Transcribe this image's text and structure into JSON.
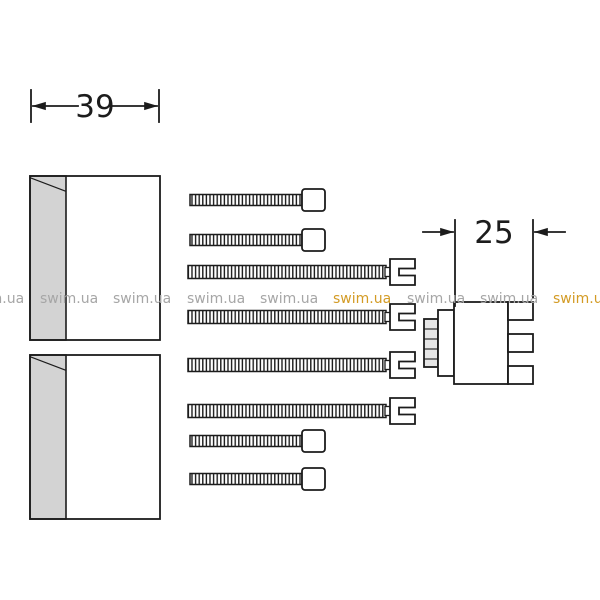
{
  "colors": {
    "line": "#1c1c1c",
    "block_fill": "#d3d3d3",
    "part_shade": "#e6e6e6",
    "watermark_gray": "#a6a6a6",
    "watermark_accent": "#d39b25"
  },
  "dimensions": {
    "block_width_label": "39",
    "sleeve_length_label": "25"
  },
  "watermark": {
    "text": "swim.ua",
    "items": [
      {
        "text": "swim.ua",
        "color": "#a6a6a6"
      },
      {
        "text": "swim.ua",
        "color": "#a6a6a6"
      },
      {
        "text": "swim.ua",
        "color": "#a6a6a6"
      },
      {
        "text": "swim.ua",
        "color": "#a6a6a6"
      },
      {
        "text": "swim.ua",
        "color": "#a6a6a6"
      },
      {
        "text": "swim.ua",
        "color": "#d39b25"
      },
      {
        "text": "swim.ua",
        "color": "#a6a6a6"
      },
      {
        "text": "swim.ua",
        "color": "#a6a6a6"
      },
      {
        "text": "swim.ua",
        "color": "#d39b25"
      }
    ]
  }
}
